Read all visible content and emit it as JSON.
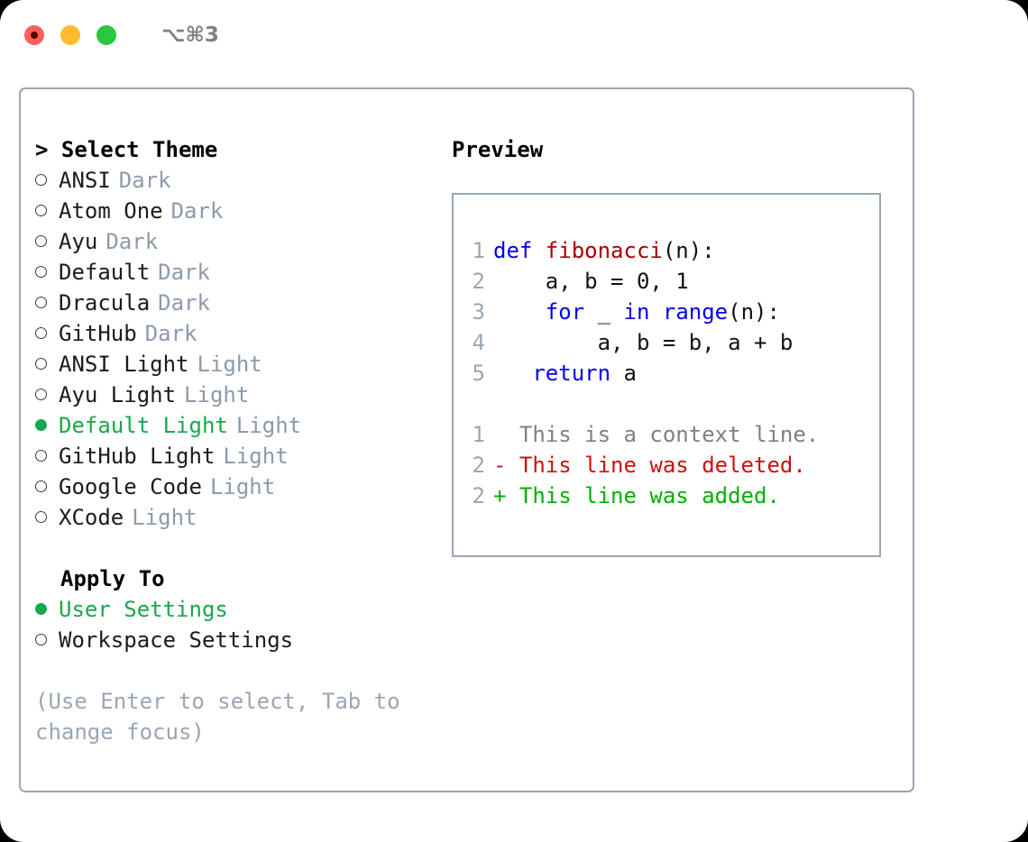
{
  "titlebar": {
    "shortcut": "⌥⌘3",
    "buttons": [
      {
        "name": "close",
        "color": "#fe6058"
      },
      {
        "name": "minimize",
        "color": "#febc2e"
      },
      {
        "name": "zoom",
        "color": "#28c840"
      }
    ]
  },
  "theme_panel": {
    "header": "> Select Theme",
    "items": [
      {
        "label": "ANSI",
        "variant": "Dark",
        "selected": false
      },
      {
        "label": "Atom One",
        "variant": "Dark",
        "selected": false
      },
      {
        "label": "Ayu",
        "variant": "Dark",
        "selected": false
      },
      {
        "label": "Default",
        "variant": "Dark",
        "selected": false
      },
      {
        "label": "Dracula",
        "variant": "Dark",
        "selected": false
      },
      {
        "label": "GitHub",
        "variant": "Dark",
        "selected": false
      },
      {
        "label": "ANSI Light",
        "variant": "Light",
        "selected": false
      },
      {
        "label": "Ayu Light",
        "variant": "Light",
        "selected": false
      },
      {
        "label": "Default Light",
        "variant": "Light",
        "selected": true
      },
      {
        "label": "GitHub Light",
        "variant": "Light",
        "selected": false
      },
      {
        "label": "Google Code",
        "variant": "Light",
        "selected": false
      },
      {
        "label": "XCode",
        "variant": "Light",
        "selected": false
      }
    ]
  },
  "apply_to": {
    "header": "Apply To",
    "options": [
      {
        "label": "User Settings",
        "selected": true
      },
      {
        "label": "Workspace Settings",
        "selected": false
      }
    ]
  },
  "hint": "(Use Enter to select, Tab to change focus)",
  "preview": {
    "title": "Preview",
    "code_lines": [
      {
        "lineno": "1",
        "tokens": [
          {
            "text": "def ",
            "kind": "kw"
          },
          {
            "text": "fibonacci",
            "kind": "fn"
          },
          {
            "text": "(n):",
            "kind": "plain"
          }
        ]
      },
      {
        "lineno": "2",
        "tokens": [
          {
            "text": "    a, b = 0, 1",
            "kind": "plain"
          }
        ]
      },
      {
        "lineno": "3",
        "tokens": [
          {
            "text": "    ",
            "kind": "plain"
          },
          {
            "text": "for",
            "kind": "kw"
          },
          {
            "text": " _ ",
            "kind": "plain"
          },
          {
            "text": "in",
            "kind": "kw"
          },
          {
            "text": " ",
            "kind": "plain"
          },
          {
            "text": "range",
            "kind": "kw"
          },
          {
            "text": "(n):",
            "kind": "plain"
          }
        ]
      },
      {
        "lineno": "4",
        "tokens": [
          {
            "text": "        a, b = b, a + b",
            "kind": "plain"
          }
        ]
      },
      {
        "lineno": "5",
        "tokens": [
          {
            "text": "   ",
            "kind": "plain"
          },
          {
            "text": "return",
            "kind": "kw"
          },
          {
            "text": " a",
            "kind": "plain"
          }
        ]
      }
    ],
    "diff_lines": [
      {
        "lineno": "1",
        "sign": " ",
        "text": "This is a context line.",
        "kind": "diff-context"
      },
      {
        "lineno": "2",
        "sign": "-",
        "text": "This line was deleted.",
        "kind": "diff-del"
      },
      {
        "lineno": "2",
        "sign": "+",
        "text": "This line was added.",
        "kind": "diff-add"
      }
    ]
  },
  "colors": {
    "accent_green": "#17a84a",
    "muted": "#8d9aab",
    "border": "#9aa6b4",
    "keyword_blue": "#0000ee",
    "function_red": "#aa0000",
    "diff_add_green": "#00b000",
    "diff_del_red": "#cc1111"
  }
}
